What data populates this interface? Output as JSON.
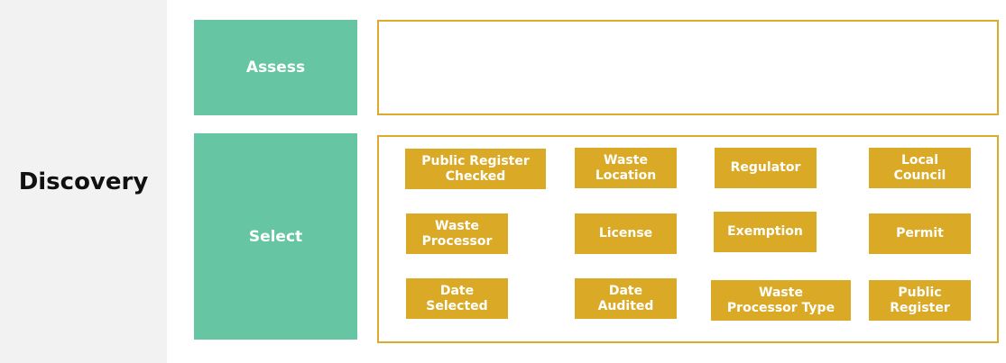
{
  "section": {
    "title": "Discovery"
  },
  "phases": {
    "assess": "Assess",
    "select": "Select"
  },
  "tags": [
    "Public Register\nChecked",
    "Waste\nLocation",
    "Regulator",
    "Local\nCouncil",
    "Waste\nProcessor",
    "License",
    "Exemption",
    "Permit",
    "Date\nSelected",
    "Date\nAudited",
    "Waste\nProcessor Type",
    "Public\nRegister"
  ],
  "colors": {
    "phase_fill": "#66c6a4",
    "tag_fill": "#daa925",
    "frame_border": "#dcab2a",
    "panel_bg": "#f2f2f2"
  }
}
